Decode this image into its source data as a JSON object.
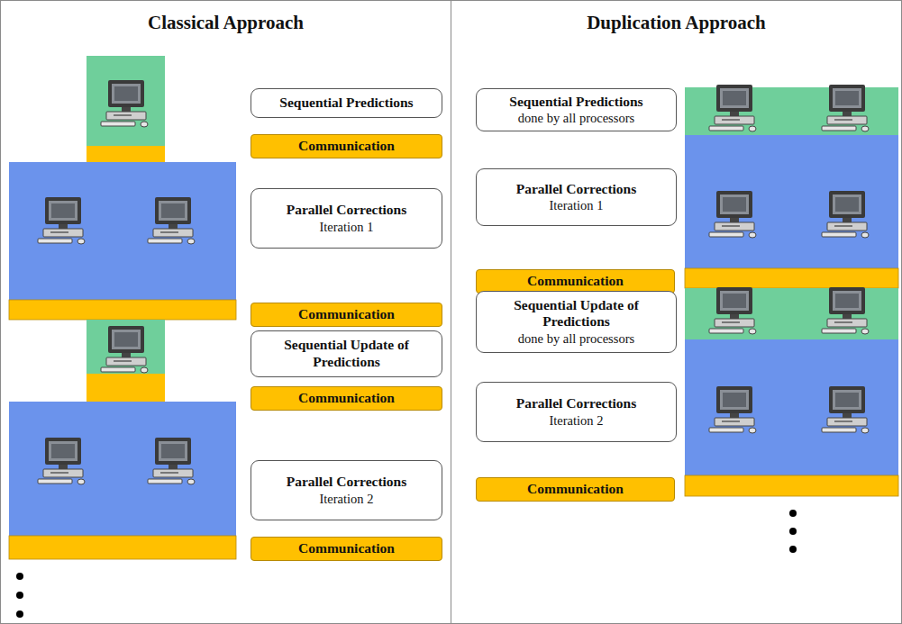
{
  "diagram": {
    "nodes": [
      {
        "text": [
          "Classical Approach"
        ]
      },
      {
        "text": [
          "Sequential Predictions"
        ],
        "in": 0
      },
      {
        "text": [
          "Communication"
        ],
        "in": 0
      },
      {
        "text": [
          "Parallel Corrections",
          "Iteration 1"
        ],
        "in": 0
      },
      {
        "text": [
          "Communication"
        ],
        "in": 0
      },
      {
        "text": [
          "Sequential Update of Predictions"
        ],
        "in": 0
      },
      {
        "text": [
          "Communication"
        ],
        "in": 0
      },
      {
        "text": [
          "Parallel Corrections",
          "Iteration 2"
        ],
        "in": 0
      },
      {
        "text": [
          "Communication"
        ],
        "in": 0
      },
      {
        "text": [
          "Duplication Approach"
        ]
      },
      {
        "text": [
          "Sequential Predictions",
          "done by all processors"
        ],
        "in": 9
      },
      {
        "text": [
          "Parallel Corrections",
          "Iteration 1"
        ],
        "in": 9
      },
      {
        "text": [
          "Communication"
        ],
        "in": 9
      },
      {
        "text": [
          "Sequential Update of Predictions",
          "done by all processors"
        ],
        "in": 9
      },
      {
        "text": [
          "Parallel Corrections",
          "Iteration 2"
        ],
        "in": 9
      },
      {
        "text": [
          "Communication"
        ],
        "in": 9
      }
    ]
  }
}
